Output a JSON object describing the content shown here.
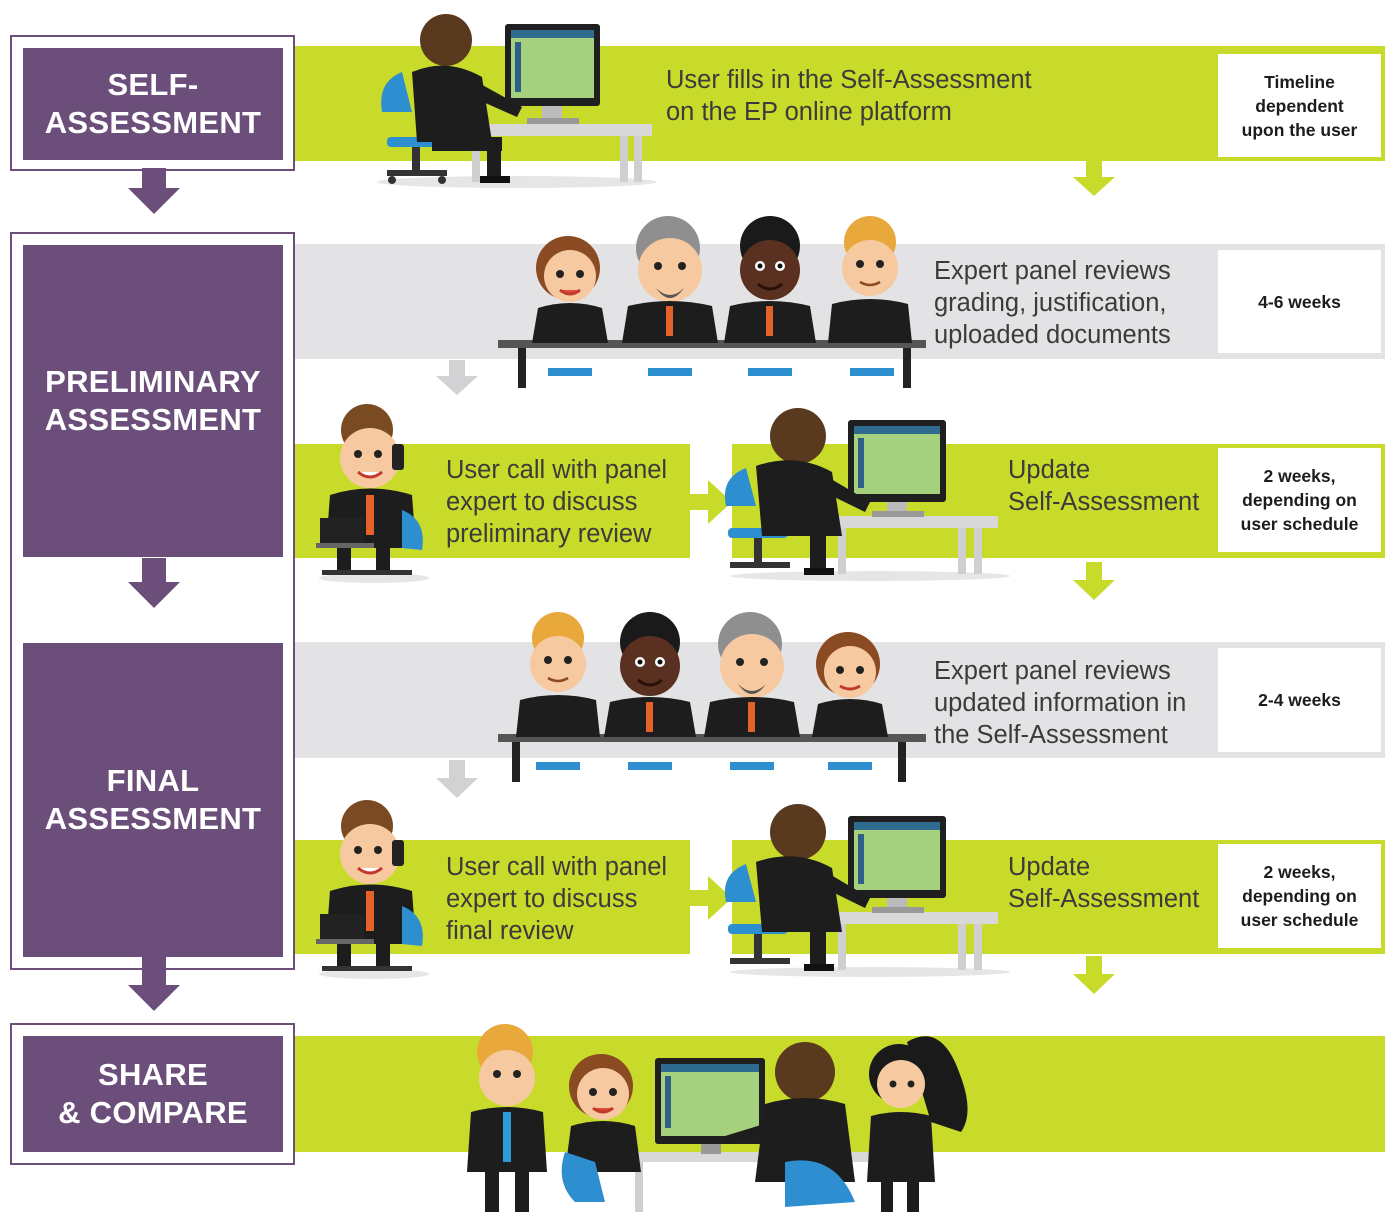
{
  "stages": [
    {
      "label": "SELF-\nASSESSMENT"
    },
    {
      "label": "PRELIMINARY\nASSESSMENT"
    },
    {
      "label": "FINAL\nASSESSMENT"
    },
    {
      "label": "SHARE\n& COMPARE"
    }
  ],
  "steps": {
    "self_fill": "User fills in the Self-Assessment\non the EP online platform",
    "prelim_review": "Expert panel reviews\ngrading, justification,\nuploaded documents",
    "prelim_call": "User call with panel\nexpert to discuss\npreliminary review",
    "prelim_update": "Update\nSelf-Assessment",
    "final_review": "Expert panel reviews\nupdated information in\nthe Self-Assessment",
    "final_call": "User call with panel\nexpert to discuss\nfinal review",
    "final_update": "Update\nSelf-Assessment"
  },
  "timelines": {
    "self": "Timeline\ndependent\nupon the user",
    "prelim_review": "4-6 weeks",
    "prelim_update": "2 weeks,\ndepending on\nuser schedule",
    "final_review": "2-4 weeks",
    "final_update": "2 weeks,\ndepending on\nuser schedule"
  },
  "colors": {
    "stage": "#6b4f7a",
    "user_band": "#c8db2a",
    "panel_band": "#e3e3e5"
  }
}
